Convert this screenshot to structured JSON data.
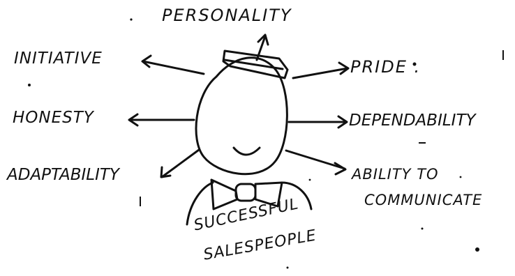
{
  "center": {
    "caption_line1": "SUCCESSFUL",
    "caption_line2": "SALESPEOPLE"
  },
  "traits": {
    "top": "PERSONALITY",
    "left_upper": "INITIATIVE",
    "left_middle": "HONESTY",
    "left_lower": "ADAPTABILITY",
    "right_upper": "PRIDE .",
    "right_middle": "DEPENDABILITY",
    "right_lower_line1": "ABILITY TO",
    "right_lower_line2": "COMMUNICATE"
  }
}
